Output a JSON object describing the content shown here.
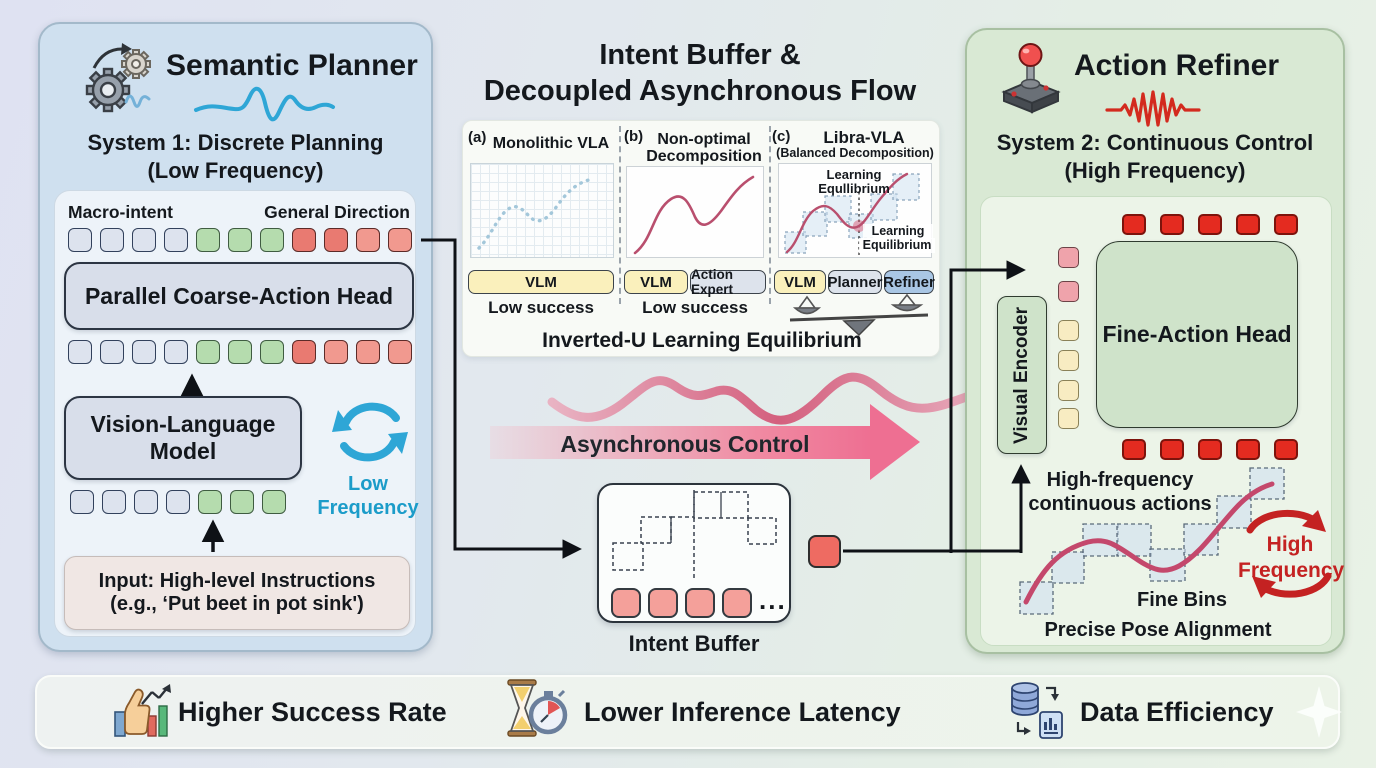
{
  "left_panel": {
    "title": "Semantic Planner",
    "system_line1": "System 1: Discrete Planning",
    "system_line2": "(Low Frequency)",
    "macro_intent_label": "Macro-intent",
    "general_direction_label": "General Direction",
    "coarse_head_label": "Parallel Coarse-Action Head",
    "vlm_line1": "Vision-Language",
    "vlm_line2": "Model",
    "low_freq_line1": "Low",
    "low_freq_line2": "Frequency",
    "input_line1": "Input: High-level Instructions",
    "input_line2": "(e.g., ‘Put beet in pot sink')"
  },
  "center": {
    "title1": "Intent Buffer &",
    "title2": "Decoupled Asynchronous Flow",
    "panel_a": {
      "tag": "(a)",
      "title": "Monolithic VLA",
      "bar1": "VLM",
      "caption": "Low success"
    },
    "panel_b": {
      "tag": "(b)",
      "title1": "Non-optimal",
      "title2": "Decomposition",
      "bar1": "VLM",
      "bar2": "Action Expert",
      "caption": "Low success"
    },
    "panel_c": {
      "tag": "(c)",
      "title": "Libra-VLA",
      "subtitle": "(Balanced Decomposition)",
      "ann_top1": "Learning",
      "ann_top2": "Equllibrium",
      "ann_bot1": "Learning",
      "ann_bot2": "Equilibrium",
      "bar1": "VLM",
      "bar2": "Planner",
      "bar3": "Refiner"
    },
    "equilibrium_caption": "Inverted-U Learning Equilibrium",
    "async_label": "Asynchronous Control",
    "intent_buffer_label": "Intent Buffer",
    "ellipsis": "..."
  },
  "right_panel": {
    "title": "Action Refiner",
    "system_line1": "System 2: Continuous Control",
    "system_line2": "(High Frequency)",
    "visual_encoder_label": "Visual Encoder",
    "fine_action_head_label": "Fine-Action Head",
    "hf_actions_line1": "High-frequency",
    "hf_actions_line2": "continuous actions",
    "high_freq_line1": "High",
    "high_freq_line2": "Frequency",
    "fine_bins_label": "Fine Bins",
    "precise_label": "Precise Pose Alignment"
  },
  "footer": {
    "items": [
      {
        "icon": "thumbs-up-chart",
        "label": "Higher Success Rate"
      },
      {
        "icon": "hourglass-stopwatch",
        "label": "Lower Inference Latency"
      },
      {
        "icon": "database-sync",
        "label": "Data Efficiency"
      }
    ]
  },
  "colors": {
    "accent_blue": "#2ea6d6",
    "accent_red": "#c42222",
    "curve_pink": "#c4486c",
    "token_green": "#b5dcae",
    "token_red": "#e97a71",
    "bar_yellow": "#faf0bc",
    "refiner_blue": "#a9c6e4",
    "action_red": "#e42b20"
  }
}
